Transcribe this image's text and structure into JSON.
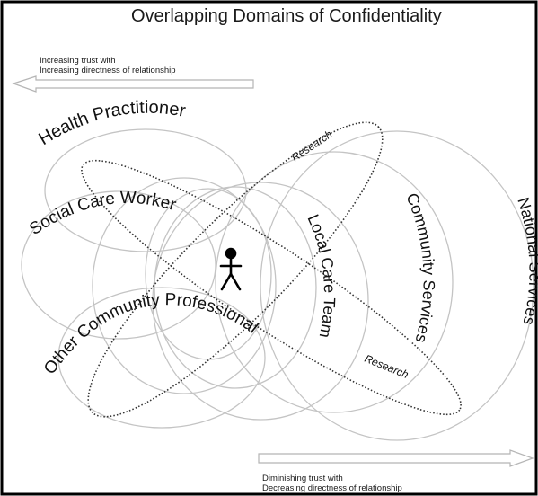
{
  "title": "Overlapping Domains of Confidentiality",
  "trust_note_top": {
    "line1": "Increasing trust with",
    "line2": "Increasing directness of relationship"
  },
  "trust_note_bottom": {
    "line1": "Diminishing trust with",
    "line2": "Decreasing directness of relationship"
  },
  "domains": {
    "health_practitioner": "Health Practitioner",
    "social_care_worker": "Social Care Worker",
    "other_community_professional": "Other Community Professional",
    "local_care_team": "Local Care Team",
    "community_services": "Community Services",
    "national_services": "National Services"
  },
  "research_labels": {
    "upper": "Research",
    "lower": "Research"
  },
  "colors": {
    "circle_stroke": "#c4c4c4",
    "research_stroke": "#333333",
    "text": "#111111",
    "frame": "#000000"
  },
  "icons": [
    "person-icon",
    "arrow-left-icon",
    "arrow-right-icon"
  ]
}
